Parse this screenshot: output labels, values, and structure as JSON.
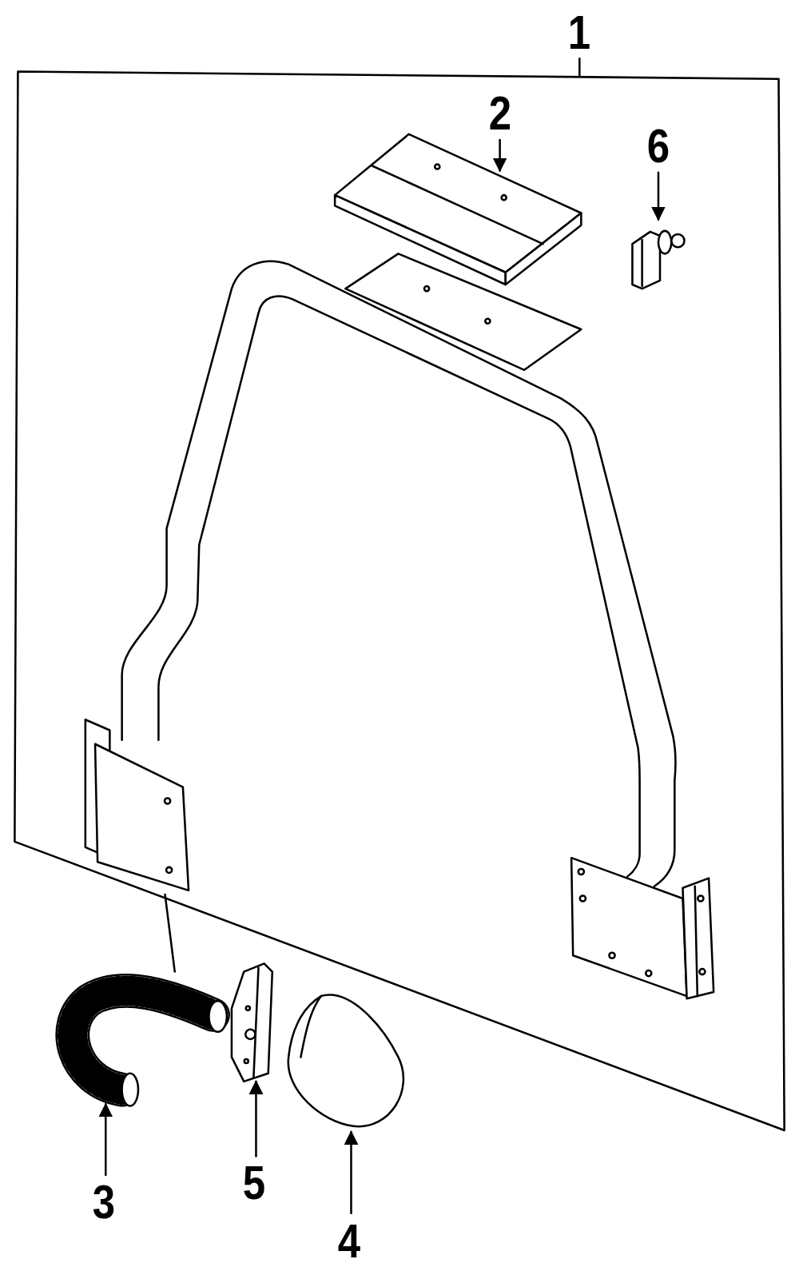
{
  "diagram": {
    "labels": [
      "1",
      "2",
      "6",
      "3",
      "5",
      "4"
    ]
  }
}
